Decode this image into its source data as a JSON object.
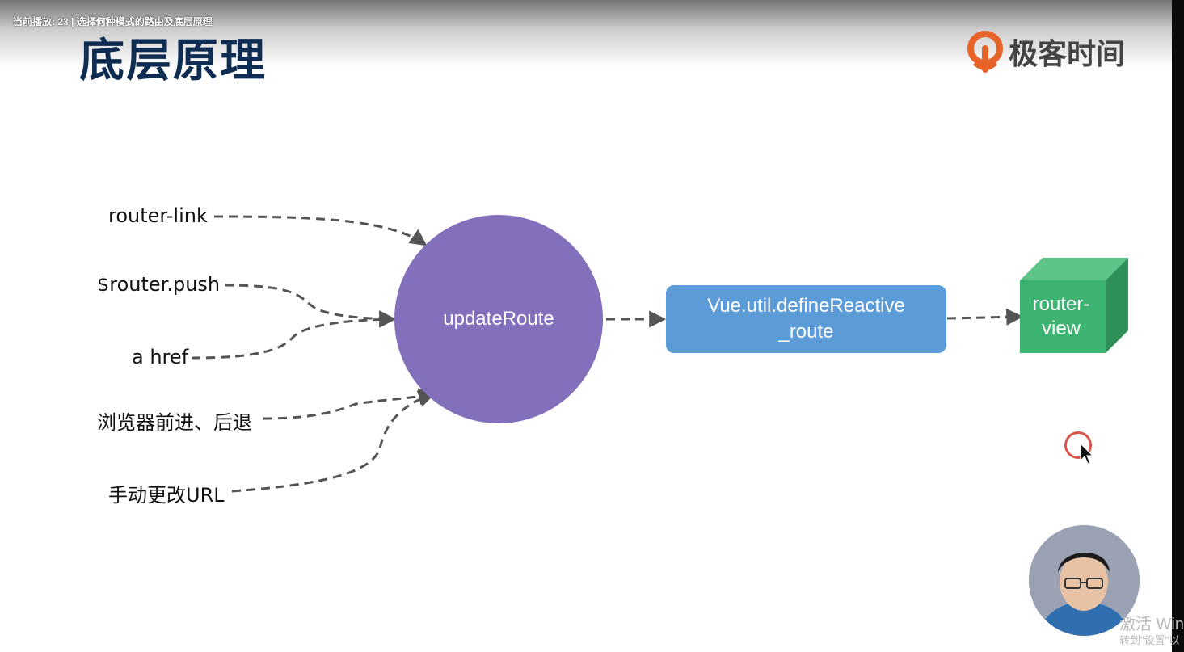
{
  "player": {
    "title": "当前播放: 23 | 选择何种模式的路由及底层原理"
  },
  "slide": {
    "title": "底层原理"
  },
  "brand": {
    "name": "极客时间",
    "color": "#e8632a"
  },
  "diagram": {
    "sources": [
      {
        "label": "router-link"
      },
      {
        "label": "$router.push"
      },
      {
        "label": "a href"
      },
      {
        "label": "浏览器前进、后退"
      },
      {
        "label": "手动更改URL"
      }
    ],
    "hub": {
      "label": "updateRoute",
      "color": "#836fbb"
    },
    "reactive": {
      "line1": "Vue.util.defineReactive",
      "line2": "_route",
      "color": "#5b9bd8"
    },
    "target": {
      "label_line1": "router-",
      "label_line2": "view",
      "color": "#3cb371"
    }
  },
  "watermark": {
    "line1": "激活 Win",
    "line2": "转到\"设置\"以"
  }
}
